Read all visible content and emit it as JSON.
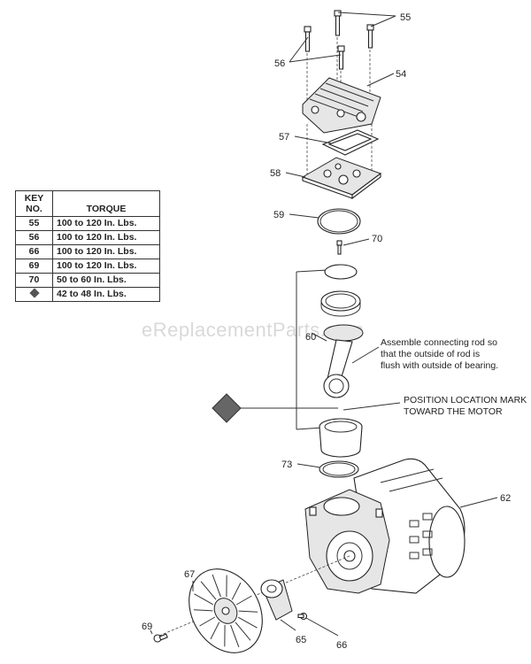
{
  "watermark": "eReplacementParts.com",
  "torque_table": {
    "header_key_line1": "KEY",
    "header_key_line2": "NO.",
    "header_torque": "TORQUE",
    "rows": [
      {
        "key": "55",
        "torque": "100 to 120 In. Lbs."
      },
      {
        "key": "56",
        "torque": "100 to 120 In. Lbs."
      },
      {
        "key": "66",
        "torque": "100 to 120 In. Lbs."
      },
      {
        "key": "69",
        "torque": "100 to 120 In. Lbs."
      },
      {
        "key": "70",
        "torque": "50 to 60 In. Lbs."
      },
      {
        "key": "",
        "symbol": "diamond",
        "torque": "42 to  48 In. Lbs."
      }
    ]
  },
  "callouts": {
    "p55": "55",
    "p56": "56",
    "p54": "54",
    "p57": "57",
    "p58": "58",
    "p59": "59",
    "p70": "70",
    "p60": "60",
    "p73": "73",
    "p62": "62",
    "p67": "67",
    "p69": "69",
    "p65": "65",
    "p66": "66"
  },
  "notes": {
    "rod_line1": "Assemble connecting rod so",
    "rod_line2": "that the outside of rod is",
    "rod_line3": "flush with outside of bearing.",
    "mark_line1": "POSITION LOCATION MARK",
    "mark_line2": "TOWARD THE MOTOR"
  }
}
